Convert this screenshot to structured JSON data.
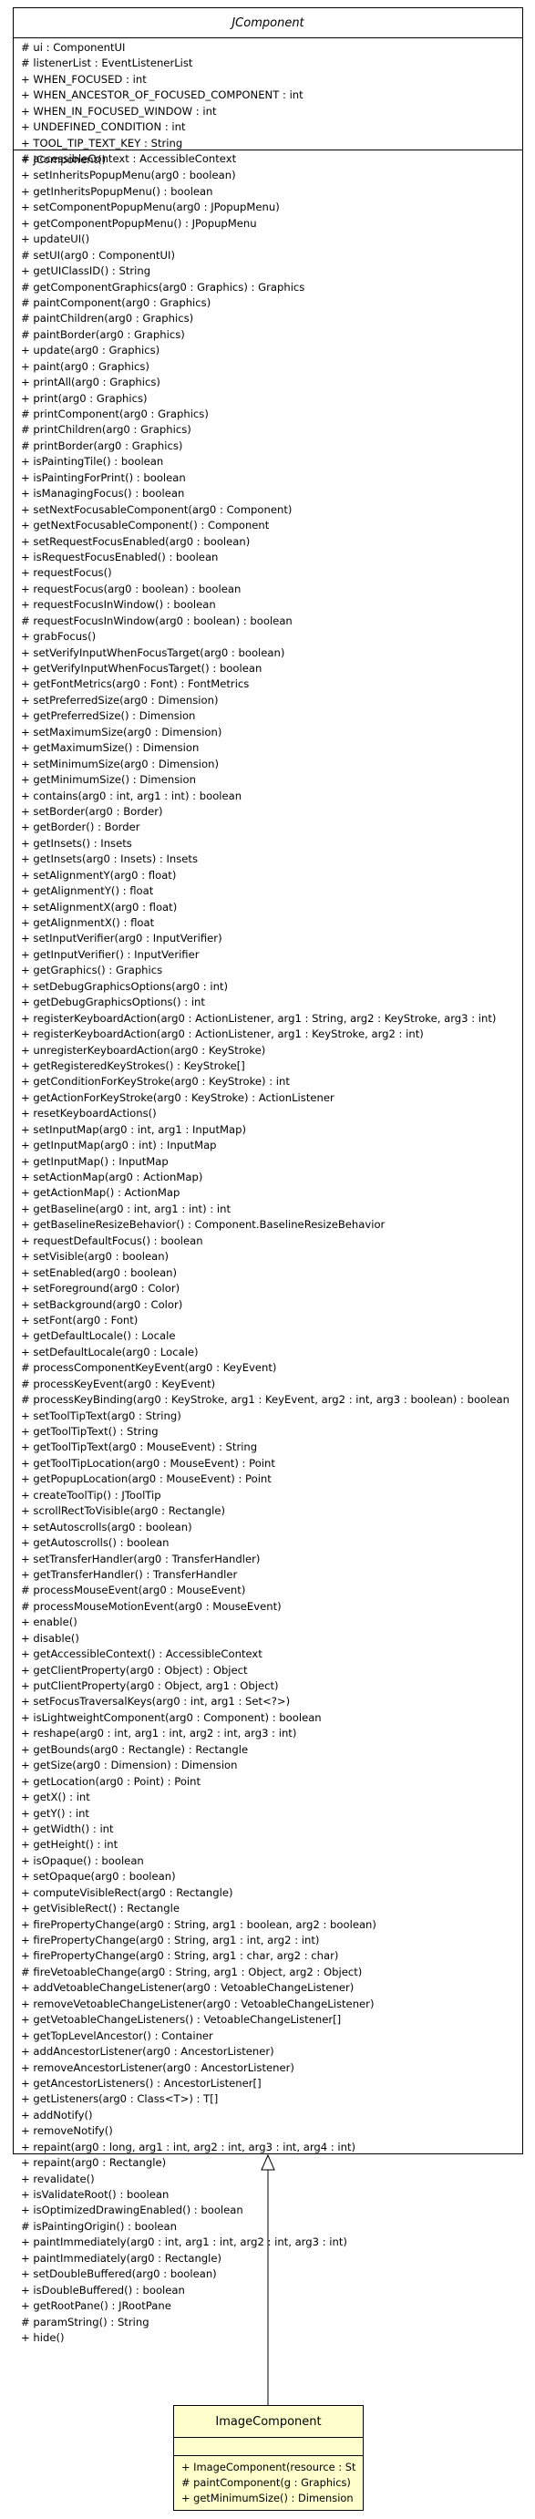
{
  "classes": {
    "jcomponent": {
      "name": "JComponent",
      "attributes": [
        "# ui : ComponentUI",
        "# listenerList : EventListenerList",
        "+ WHEN_FOCUSED : int",
        "+ WHEN_ANCESTOR_OF_FOCUSED_COMPONENT : int",
        "+ WHEN_IN_FOCUSED_WINDOW : int",
        "+ UNDEFINED_CONDITION : int",
        "+ TOOL_TIP_TEXT_KEY : String",
        "# accessibleContext : AccessibleContext"
      ],
      "operations": [
        "+ JComponent()",
        "+ setInheritsPopupMenu(arg0 : boolean)",
        "+ getInheritsPopupMenu() : boolean",
        "+ setComponentPopupMenu(arg0 : JPopupMenu)",
        "+ getComponentPopupMenu() : JPopupMenu",
        "+ updateUI()",
        "# setUI(arg0 : ComponentUI)",
        "+ getUIClassID() : String",
        "# getComponentGraphics(arg0 : Graphics) : Graphics",
        "# paintComponent(arg0 : Graphics)",
        "# paintChildren(arg0 : Graphics)",
        "# paintBorder(arg0 : Graphics)",
        "+ update(arg0 : Graphics)",
        "+ paint(arg0 : Graphics)",
        "+ printAll(arg0 : Graphics)",
        "+ print(arg0 : Graphics)",
        "# printComponent(arg0 : Graphics)",
        "# printChildren(arg0 : Graphics)",
        "# printBorder(arg0 : Graphics)",
        "+ isPaintingTile() : boolean",
        "+ isPaintingForPrint() : boolean",
        "+ isManagingFocus() : boolean",
        "+ setNextFocusableComponent(arg0 : Component)",
        "+ getNextFocusableComponent() : Component",
        "+ setRequestFocusEnabled(arg0 : boolean)",
        "+ isRequestFocusEnabled() : boolean",
        "+ requestFocus()",
        "+ requestFocus(arg0 : boolean) : boolean",
        "+ requestFocusInWindow() : boolean",
        "# requestFocusInWindow(arg0 : boolean) : boolean",
        "+ grabFocus()",
        "+ setVerifyInputWhenFocusTarget(arg0 : boolean)",
        "+ getVerifyInputWhenFocusTarget() : boolean",
        "+ getFontMetrics(arg0 : Font) : FontMetrics",
        "+ setPreferredSize(arg0 : Dimension)",
        "+ getPreferredSize() : Dimension",
        "+ setMaximumSize(arg0 : Dimension)",
        "+ getMaximumSize() : Dimension",
        "+ setMinimumSize(arg0 : Dimension)",
        "+ getMinimumSize() : Dimension",
        "+ contains(arg0 : int, arg1 : int) : boolean",
        "+ setBorder(arg0 : Border)",
        "+ getBorder() : Border",
        "+ getInsets() : Insets",
        "+ getInsets(arg0 : Insets) : Insets",
        "+ setAlignmentY(arg0 : float)",
        "+ getAlignmentY() : float",
        "+ setAlignmentX(arg0 : float)",
        "+ getAlignmentX() : float",
        "+ setInputVerifier(arg0 : InputVerifier)",
        "+ getInputVerifier() : InputVerifier",
        "+ getGraphics() : Graphics",
        "+ setDebugGraphicsOptions(arg0 : int)",
        "+ getDebugGraphicsOptions() : int",
        "+ registerKeyboardAction(arg0 : ActionListener, arg1 : String, arg2 : KeyStroke, arg3 : int)",
        "+ registerKeyboardAction(arg0 : ActionListener, arg1 : KeyStroke, arg2 : int)",
        "+ unregisterKeyboardAction(arg0 : KeyStroke)",
        "+ getRegisteredKeyStrokes() : KeyStroke[]",
        "+ getConditionForKeyStroke(arg0 : KeyStroke) : int",
        "+ getActionForKeyStroke(arg0 : KeyStroke) : ActionListener",
        "+ resetKeyboardActions()",
        "+ setInputMap(arg0 : int, arg1 : InputMap)",
        "+ getInputMap(arg0 : int) : InputMap",
        "+ getInputMap() : InputMap",
        "+ setActionMap(arg0 : ActionMap)",
        "+ getActionMap() : ActionMap",
        "+ getBaseline(arg0 : int, arg1 : int) : int",
        "+ getBaselineResizeBehavior() : Component.BaselineResizeBehavior",
        "+ requestDefaultFocus() : boolean",
        "+ setVisible(arg0 : boolean)",
        "+ setEnabled(arg0 : boolean)",
        "+ setForeground(arg0 : Color)",
        "+ setBackground(arg0 : Color)",
        "+ setFont(arg0 : Font)",
        "+ getDefaultLocale() : Locale",
        "+ setDefaultLocale(arg0 : Locale)",
        "# processComponentKeyEvent(arg0 : KeyEvent)",
        "# processKeyEvent(arg0 : KeyEvent)",
        "# processKeyBinding(arg0 : KeyStroke, arg1 : KeyEvent, arg2 : int, arg3 : boolean) : boolean",
        "+ setToolTipText(arg0 : String)",
        "+ getToolTipText() : String",
        "+ getToolTipText(arg0 : MouseEvent) : String",
        "+ getToolTipLocation(arg0 : MouseEvent) : Point",
        "+ getPopupLocation(arg0 : MouseEvent) : Point",
        "+ createToolTip() : JToolTip",
        "+ scrollRectToVisible(arg0 : Rectangle)",
        "+ setAutoscrolls(arg0 : boolean)",
        "+ getAutoscrolls() : boolean",
        "+ setTransferHandler(arg0 : TransferHandler)",
        "+ getTransferHandler() : TransferHandler",
        "# processMouseEvent(arg0 : MouseEvent)",
        "# processMouseMotionEvent(arg0 : MouseEvent)",
        "+ enable()",
        "+ disable()",
        "+ getAccessibleContext() : AccessibleContext",
        "+ getClientProperty(arg0 : Object) : Object",
        "+ putClientProperty(arg0 : Object, arg1 : Object)",
        "+ setFocusTraversalKeys(arg0 : int, arg1 : Set<?>)",
        "+ isLightweightComponent(arg0 : Component) : boolean",
        "+ reshape(arg0 : int, arg1 : int, arg2 : int, arg3 : int)",
        "+ getBounds(arg0 : Rectangle) : Rectangle",
        "+ getSize(arg0 : Dimension) : Dimension",
        "+ getLocation(arg0 : Point) : Point",
        "+ getX() : int",
        "+ getY() : int",
        "+ getWidth() : int",
        "+ getHeight() : int",
        "+ isOpaque() : boolean",
        "+ setOpaque(arg0 : boolean)",
        "+ computeVisibleRect(arg0 : Rectangle)",
        "+ getVisibleRect() : Rectangle",
        "+ firePropertyChange(arg0 : String, arg1 : boolean, arg2 : boolean)",
        "+ firePropertyChange(arg0 : String, arg1 : int, arg2 : int)",
        "+ firePropertyChange(arg0 : String, arg1 : char, arg2 : char)",
        "# fireVetoableChange(arg0 : String, arg1 : Object, arg2 : Object)",
        "+ addVetoableChangeListener(arg0 : VetoableChangeListener)",
        "+ removeVetoableChangeListener(arg0 : VetoableChangeListener)",
        "+ getVetoableChangeListeners() : VetoableChangeListener[]",
        "+ getTopLevelAncestor() : Container",
        "+ addAncestorListener(arg0 : AncestorListener)",
        "+ removeAncestorListener(arg0 : AncestorListener)",
        "+ getAncestorListeners() : AncestorListener[]",
        "+ getListeners(arg0 : Class<T>) : T[]",
        "+ addNotify()",
        "+ removeNotify()",
        "+ repaint(arg0 : long, arg1 : int, arg2 : int, arg3 : int, arg4 : int)",
        "+ repaint(arg0 : Rectangle)",
        "+ revalidate()",
        "+ isValidateRoot() : boolean",
        "+ isOptimizedDrawingEnabled() : boolean",
        "# isPaintingOrigin() : boolean",
        "+ paintImmediately(arg0 : int, arg1 : int, arg2 : int, arg3 : int)",
        "+ paintImmediately(arg0 : Rectangle)",
        "+ setDoubleBuffered(arg0 : boolean)",
        "+ isDoubleBuffered() : boolean",
        "+ getRootPane() : JRootPane",
        "# paramString() : String",
        "+ hide()"
      ]
    },
    "imagecomponent": {
      "name": "ImageComponent",
      "attributes": [],
      "operations": [
        "+ ImageComponent(resource : String)",
        "# paintComponent(g : Graphics)",
        "+ getMinimumSize() : Dimension"
      ]
    }
  },
  "relations": [
    {
      "type": "generalization",
      "from": "ImageComponent",
      "to": "JComponent"
    }
  ]
}
